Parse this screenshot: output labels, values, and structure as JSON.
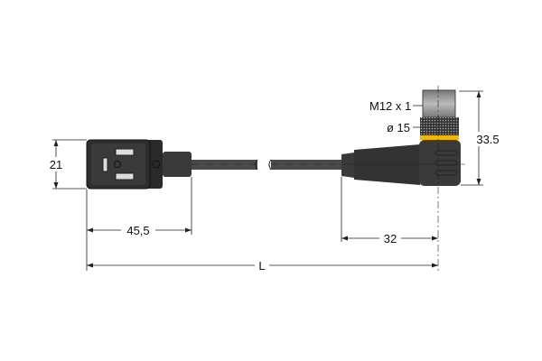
{
  "dimensions": {
    "height_left": "21",
    "length_left": "45,5",
    "thread": "M12 x 1",
    "diameter": "ø 15",
    "height_right": "33.5",
    "length_right": "32",
    "total_length": "L"
  },
  "colors": {
    "body": "#3a3a3a",
    "cable": "#4a4a4a",
    "ring": "#f2b800",
    "knurl": "#555555"
  }
}
